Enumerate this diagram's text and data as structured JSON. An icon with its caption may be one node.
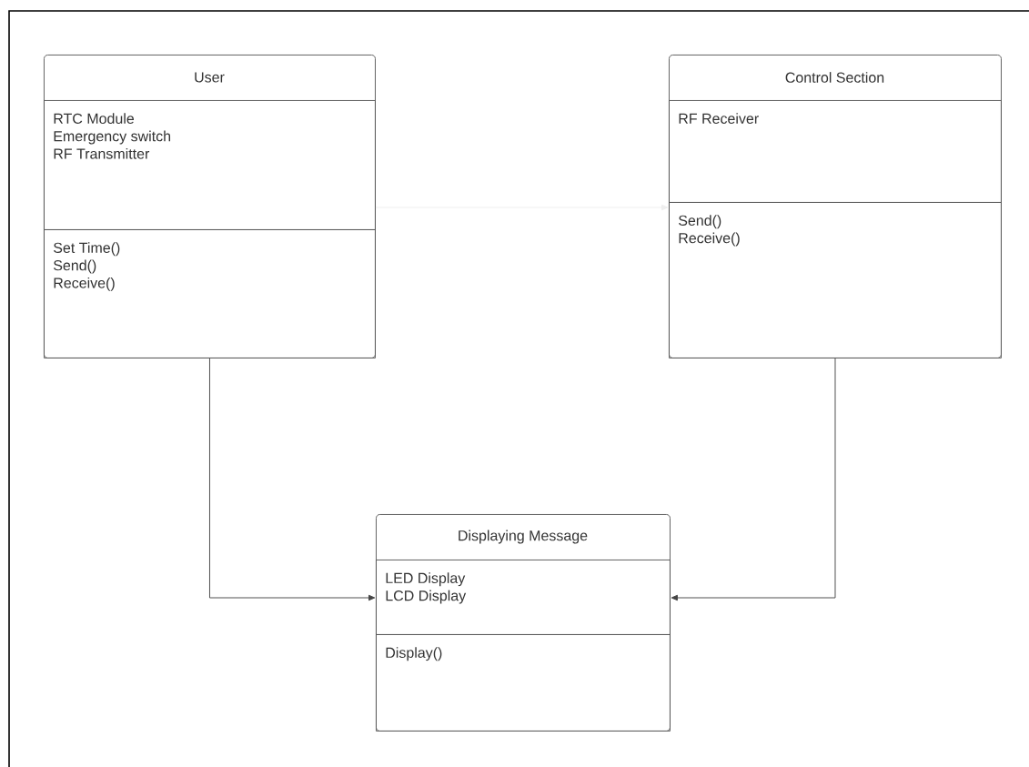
{
  "diagram": {
    "nodes": [
      {
        "text": [
          "User"
        ]
      },
      {
        "text": [
          "RTC Module",
          "Emergency switch",
          "RF Transmitter"
        ],
        "in": 0
      },
      {
        "text": [
          "Set Time()",
          "Send()",
          "Receive()"
        ],
        "in": 0
      },
      {
        "text": [
          "Control Section"
        ]
      },
      {
        "text": [
          "RF Receiver"
        ],
        "in": 3
      },
      {
        "text": [
          "Send()",
          "Receive()"
        ],
        "in": 3
      },
      {
        "text": [
          "Displaying Message"
        ]
      },
      {
        "text": [
          "LED Display",
          "LCD Display"
        ],
        "in": 6
      },
      {
        "text": [
          "Display()"
        ],
        "in": 6
      }
    ],
    "edges": [
      {
        "from": 0,
        "to": 3,
        "arrow": "to",
        "color": "#eeeeee"
      },
      {
        "from": 0,
        "to": 6,
        "arrow": "to"
      },
      {
        "from": 3,
        "to": 6,
        "arrow": "to"
      }
    ]
  }
}
